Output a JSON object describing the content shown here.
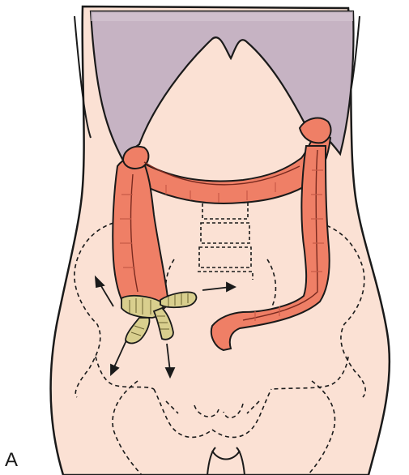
{
  "figure": {
    "panel_label": "A",
    "colors": {
      "skin": "#fbe1d4",
      "liver": "#c6b3c3",
      "colon": "#ef7f66",
      "colon_dark": "#c85a47",
      "small_bowel": "#d9cf8e",
      "outline": "#1a1a1a"
    },
    "parts": [
      "torso-outline",
      "liver",
      "colon",
      "small-bowel-loops",
      "pelvis-outline",
      "spine-outline",
      "direction-arrows"
    ]
  }
}
